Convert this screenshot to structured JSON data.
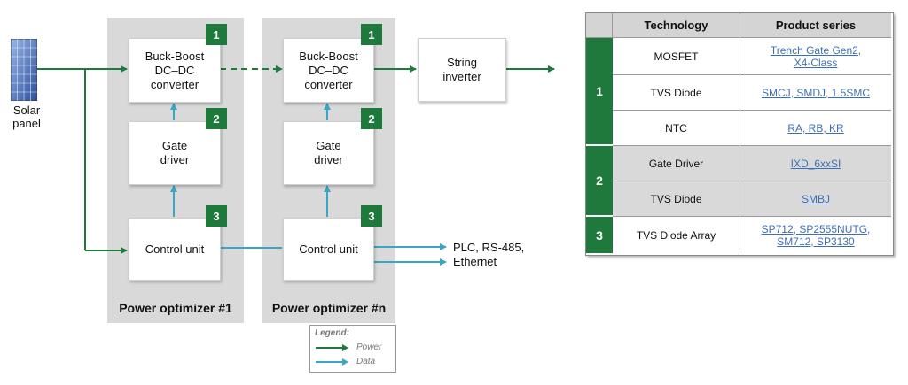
{
  "solar": {
    "label": "Solar\npanel"
  },
  "optimizer1": {
    "title": "Power optimizer #1",
    "blocks": {
      "converter": "Buck-Boost\nDC–DC\nconverter",
      "gate": "Gate\ndriver",
      "control": "Control unit"
    },
    "badges": [
      "1",
      "2",
      "3"
    ]
  },
  "optimizerN": {
    "title": "Power optimizer #n",
    "blocks": {
      "converter": "Buck-Boost\nDC–DC\nconverter",
      "gate": "Gate\ndriver",
      "control": "Control unit"
    },
    "badges": [
      "1",
      "2",
      "3"
    ]
  },
  "inverter": {
    "label": "String\ninverter"
  },
  "comms": {
    "label": "PLC, RS-485,\nEthernet"
  },
  "legend": {
    "title": "Legend:",
    "power": "Power",
    "data": "Data"
  },
  "colors": {
    "power": "#1e7a3c",
    "data": "#3aa6c4",
    "badge": "#1e7a3c",
    "panel": "#d9d9d9"
  },
  "table": {
    "headers": {
      "technology": "Technology",
      "product_series": "Product series"
    },
    "groups": [
      "1",
      "2",
      "3"
    ],
    "rows": [
      {
        "group": "1",
        "technology": "MOSFET",
        "products": "Trench Gate Gen2,\nX4-Class"
      },
      {
        "group": "1",
        "technology": "TVS Diode",
        "products": "SMCJ, SMDJ, 1.5SMC"
      },
      {
        "group": "1",
        "technology": "NTC",
        "products": "RA, RB, KR"
      },
      {
        "group": "2",
        "technology": "Gate Driver",
        "products": "IXD_6xxSI"
      },
      {
        "group": "2",
        "technology": "TVS Diode",
        "products": "SMBJ"
      },
      {
        "group": "3",
        "technology": "TVS Diode Array",
        "products": "SP712, SP2555NUTG,\nSM712, SP3130"
      }
    ]
  }
}
